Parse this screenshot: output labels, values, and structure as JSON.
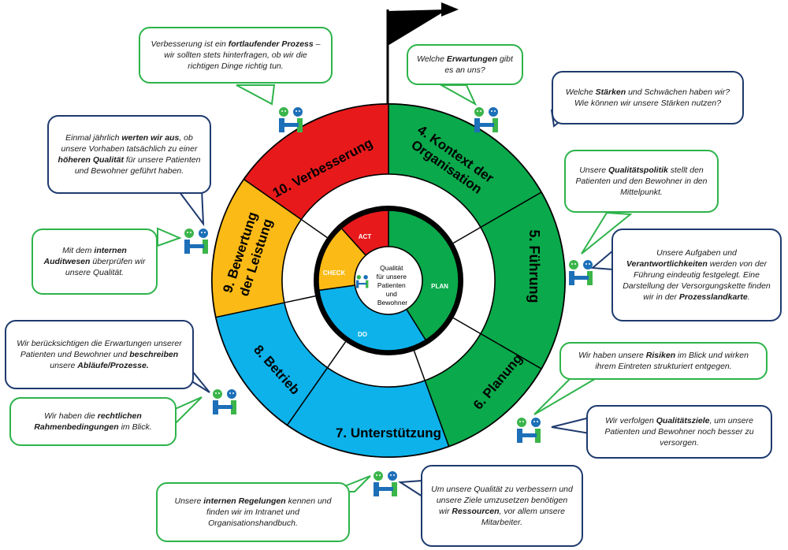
{
  "center": {
    "line1": "Qualität",
    "line2": "für unsere",
    "line3": "Patienten",
    "line4": "und",
    "line5": "Bewohner"
  },
  "pdca": {
    "act": "ACT",
    "plan": "PLAN",
    "do": "DO",
    "check": "CHECK"
  },
  "segments": {
    "kontext_1": "4. Kontext der",
    "kontext_2": "Organisation",
    "fuehrung": "5. Führung",
    "planung": "6. Planung",
    "unterstuetzung": "7. Unterstützung",
    "betrieb": "8. Betrieb",
    "bewertung_1": "9. Bewertung",
    "bewertung_2": "der Leistung",
    "verbesserung": "10. Verbesserung"
  },
  "colors": {
    "act": "#e8191b",
    "plan": "#0aa94b",
    "do": "#0db2ea",
    "check": "#fbba16",
    "green_border": "#2db34a",
    "navy_border": "#1e3a6e",
    "icon_blue": "#1d6fb8",
    "icon_green": "#3bb54a"
  },
  "icons": [
    "people-meeting-icon"
  ],
  "bubbles": [
    {
      "id": "verbesserung_prozess",
      "parts": [
        {
          "t": "Verbesserung ist ein "
        },
        {
          "t": "fortlaufender Prozess",
          "b": true
        },
        {
          "t": " – wir sollten stets hinterfragen, ob wir die richtigen Dinge richtig tun."
        }
      ]
    },
    {
      "id": "erwartungen",
      "parts": [
        {
          "t": "Welche "
        },
        {
          "t": "Erwartungen",
          "b": true
        },
        {
          "t": " gibt es an uns?"
        }
      ]
    },
    {
      "id": "staerken",
      "parts": [
        {
          "t": "Welche "
        },
        {
          "t": "Stärken",
          "b": true
        },
        {
          "t": " und Schwächen haben wir? Wie können wir unsere Stärken nutzen?"
        }
      ]
    },
    {
      "id": "auswerten",
      "parts": [
        {
          "t": "Einmal jährlich "
        },
        {
          "t": "werten wir aus",
          "b": true
        },
        {
          "t": ", ob unsere Vorhaben tatsächlich zu einer "
        },
        {
          "t": "höheren Qualität",
          "b": true
        },
        {
          "t": " für unsere Patienten und Bewohner geführt haben."
        }
      ]
    },
    {
      "id": "qualitaetspolitik",
      "parts": [
        {
          "t": "Unsere "
        },
        {
          "t": "Qualitätspolitik",
          "b": true
        },
        {
          "t": " stellt den Patienten und den Bewohner in den Mittelpunkt."
        }
      ]
    },
    {
      "id": "audit",
      "parts": [
        {
          "t": "Mit dem "
        },
        {
          "t": "internen Auditwesen",
          "b": true
        },
        {
          "t": " überprüfen wir unsere Qualität."
        }
      ]
    },
    {
      "id": "aufgaben",
      "parts": [
        {
          "t": "Unsere Aufgaben und "
        },
        {
          "t": "Verantwortlichkeiten",
          "b": true
        },
        {
          "t": " werden von der Führung eindeutig festgelegt. Eine Darstellung der Versorgungskette finden wir in der "
        },
        {
          "t": "Prozesslandkarte",
          "b": true
        },
        {
          "t": "."
        }
      ]
    },
    {
      "id": "ablaeufe",
      "parts": [
        {
          "t": "Wir berücksichtigen die Erwartungen unserer Patienten und Bewohner und "
        },
        {
          "t": "beschreiben",
          "b": true
        },
        {
          "t": " unsere "
        },
        {
          "t": "Abläufe/Prozesse.",
          "b": true
        }
      ]
    },
    {
      "id": "risiken",
      "parts": [
        {
          "t": "Wir haben unsere "
        },
        {
          "t": "Risiken",
          "b": true
        },
        {
          "t": " im Blick und wirken ihrem Eintreten strukturiert entgegen."
        }
      ]
    },
    {
      "id": "rahmen",
      "parts": [
        {
          "t": "Wir haben die "
        },
        {
          "t": "rechtlichen Rahmenbedingungen",
          "b": true
        },
        {
          "t": " im Blick."
        }
      ]
    },
    {
      "id": "qualitaetsziele",
      "parts": [
        {
          "t": "Wir verfolgen "
        },
        {
          "t": "Qualitätsziele",
          "b": true
        },
        {
          "t": ", um unsere Patienten und Bewohner noch besser zu versorgen."
        }
      ]
    },
    {
      "id": "regelungen",
      "parts": [
        {
          "t": "Unsere "
        },
        {
          "t": "internen Regelungen",
          "b": true
        },
        {
          "t": " kennen und finden wir im Intranet und Organisationshandbuch."
        }
      ]
    },
    {
      "id": "ressourcen",
      "parts": [
        {
          "t": "Um unsere Qualität zu verbessern und unsere Ziele umzusetzen benötigen wir "
        },
        {
          "t": "Ressourcen",
          "b": true
        },
        {
          "t": ", vor allem unsere Mitarbeiter."
        }
      ]
    }
  ]
}
